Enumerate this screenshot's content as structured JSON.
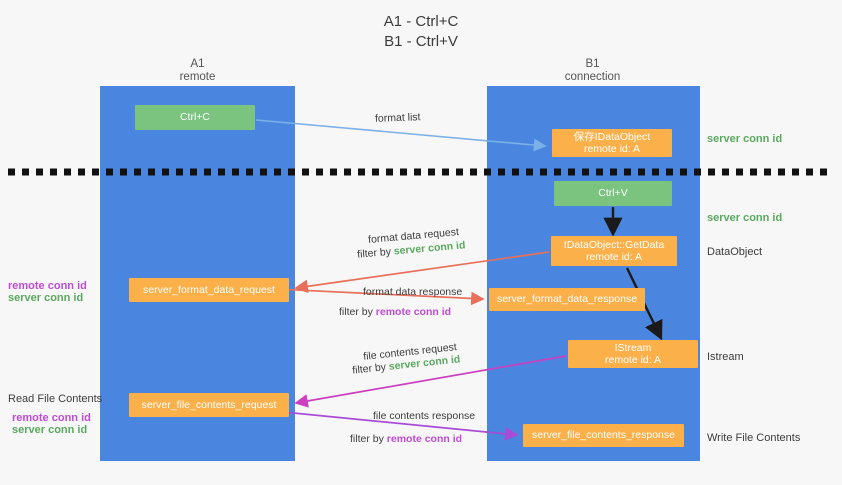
{
  "title": {
    "line1": "A1 - Ctrl+C",
    "line2": "B1 - Ctrl+V"
  },
  "lanes": [
    {
      "id": "a1",
      "name": "A1",
      "role": "remote",
      "color": "#4a86e0"
    },
    {
      "id": "b1",
      "name": "B1",
      "role": "connection",
      "color": "#4a86e0"
    }
  ],
  "colors": {
    "lane": "#4a86e0",
    "green_node": "#7bc47f",
    "orange_node": "#fcb04a",
    "server_conn_id": "#5aa95f",
    "remote_conn_id": "#c04bd6",
    "background": "#f7f7f7",
    "arrow_blue": "#7bb0e8",
    "arrow_red": "#e8705a",
    "arrow_magenta": "#cc3fc0",
    "arrow_purple": "#a84bd6",
    "arrow_black": "#1a1a1a"
  },
  "nodes": {
    "ctrl_c": {
      "label": "Ctrl+C"
    },
    "save_idataobject": {
      "line1": "保存IDataObject",
      "line2": "remote id: A"
    },
    "ctrl_v": {
      "label": "Ctrl+V"
    },
    "getdata": {
      "line1": "IDataObject::GetData",
      "line2": "remote id: A"
    },
    "istream": {
      "line1": "IStream",
      "line2": "remote id: A"
    },
    "server_format_data_request": {
      "label": "server_format_data_request"
    },
    "server_format_data_response": {
      "label": "server_format_data_response"
    },
    "server_file_contents_request": {
      "label": "server_file_contents_request"
    },
    "server_file_contents_response": {
      "label": "server_file_contents_response"
    }
  },
  "side_labels": {
    "server_conn_id_top": "server conn id",
    "server_conn_id_mid": "server conn id",
    "dataobject": "DataObject",
    "istream": "Istream",
    "write_file_contents": "Write File Contents"
  },
  "left_labels": {
    "remote_conn_id_1": "remote conn id",
    "server_conn_id_1": "server conn id",
    "read_file_contents": "Read File Contents",
    "remote_conn_id_2": "remote conn id",
    "server_conn_id_2": "server conn id"
  },
  "edges": {
    "format_list": "format list",
    "format_data_request": "format data request",
    "format_data_request_filter_prefix": "filter by ",
    "format_data_request_filter_value": "server conn id",
    "format_data_response": "format data response",
    "format_data_response_filter_prefix": "filter by ",
    "format_data_response_filter_value": "remote conn id",
    "file_contents_request": "file contents request",
    "file_contents_request_filter_prefix": "filter by ",
    "file_contents_request_filter_value": "server conn id",
    "file_contents_response": "file contents response",
    "file_contents_response_filter_prefix": "filter by ",
    "file_contents_response_filter_value": "remote conn id"
  },
  "divider": {
    "style": "dashed",
    "color": "#111111"
  }
}
